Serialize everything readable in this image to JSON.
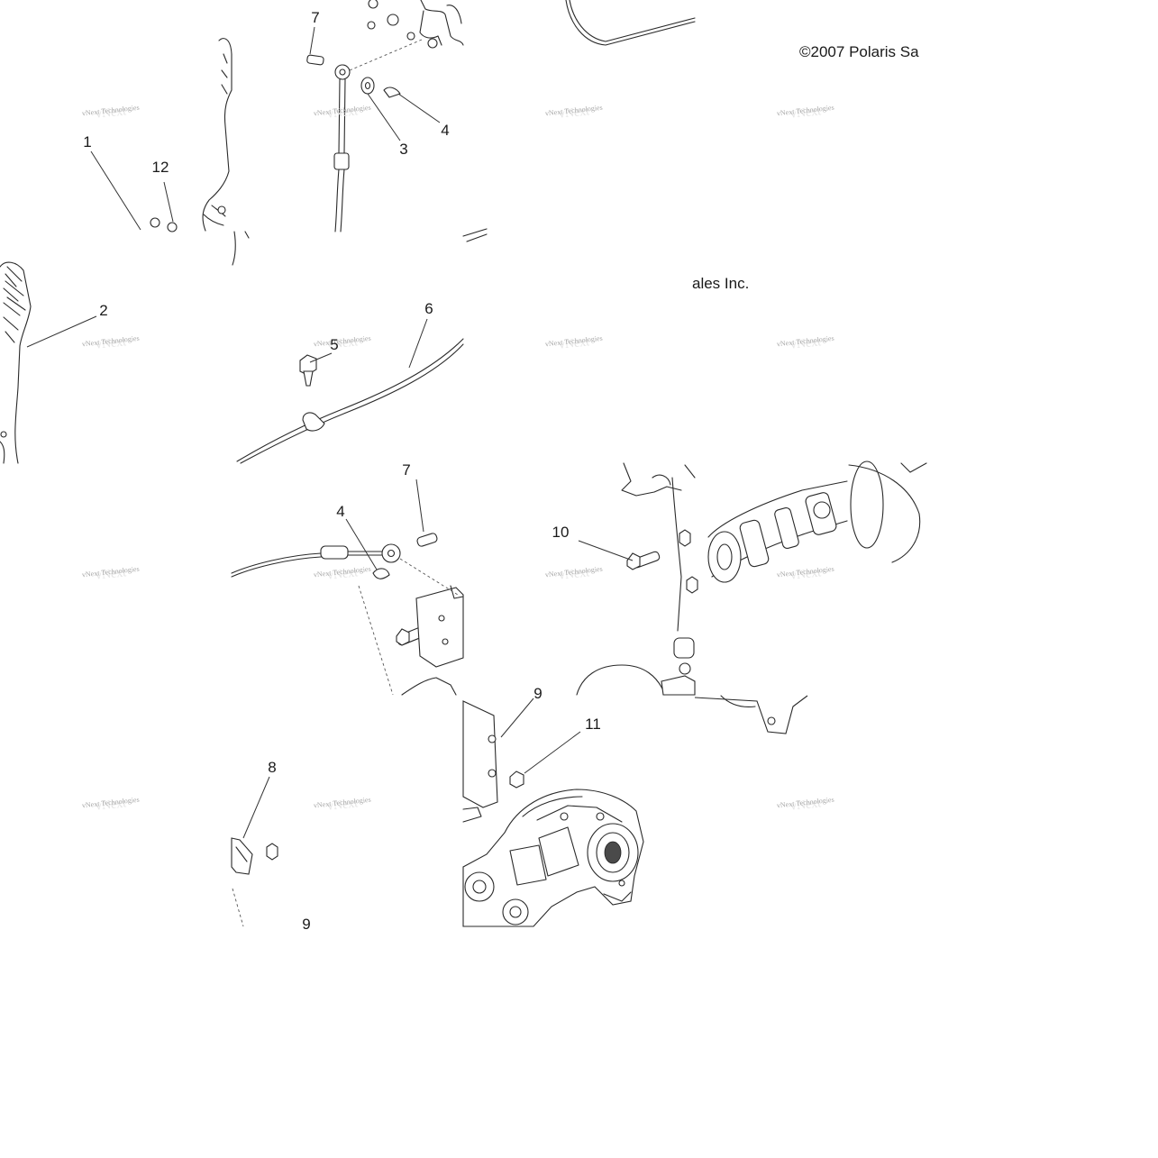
{
  "copyright": {
    "part_a": "©2007 Polaris Sa",
    "part_b": "ales Inc."
  },
  "watermark": {
    "line1": "vNext Technologies",
    "line2": "vNext"
  },
  "callouts": [
    {
      "id": "c1",
      "label": "1"
    },
    {
      "id": "c2",
      "label": "2"
    },
    {
      "id": "c3",
      "label": "3"
    },
    {
      "id": "c4a",
      "label": "4"
    },
    {
      "id": "c4b",
      "label": "4"
    },
    {
      "id": "c5",
      "label": "5"
    },
    {
      "id": "c6",
      "label": "6"
    },
    {
      "id": "c7a",
      "label": "7"
    },
    {
      "id": "c7b",
      "label": "7"
    },
    {
      "id": "c8",
      "label": "8"
    },
    {
      "id": "c9a",
      "label": "9"
    },
    {
      "id": "c9b",
      "label": "9"
    },
    {
      "id": "c10",
      "label": "10"
    },
    {
      "id": "c11",
      "label": "11"
    },
    {
      "id": "c12",
      "label": "12"
    }
  ]
}
